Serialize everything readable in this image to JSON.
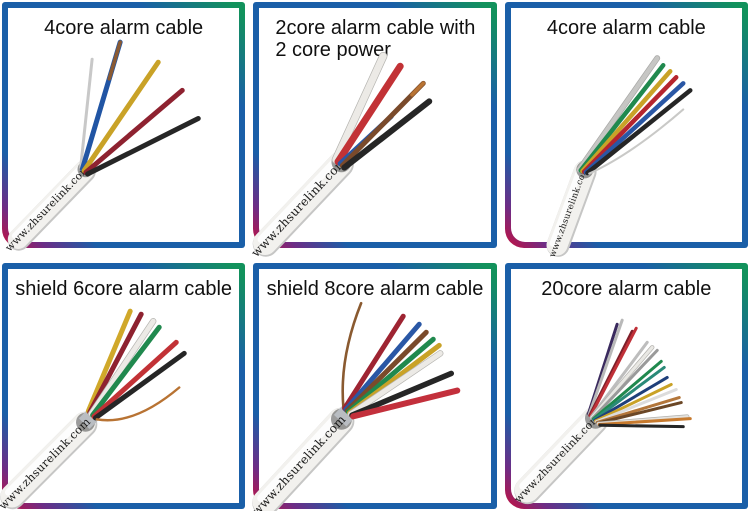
{
  "style": {
    "border_gradient": [
      "#c80f3c",
      "#6d2d86",
      "#1a5fa8",
      "#12925c"
    ],
    "card_background": "#ffffff",
    "title_color": "#101010"
  },
  "products": [
    {
      "title": "4core alarm cable",
      "watermark": "www.zhsurelink.com",
      "wires": [
        {
          "name": "drain-wire",
          "color": "#c8c8c8"
        },
        {
          "name": "blue-wire",
          "color": "#2155a4",
          "tip": "#8a5a33"
        },
        {
          "name": "yellow-wire",
          "color": "#c9a227"
        },
        {
          "name": "dark-red-wire",
          "color": "#8e2230"
        },
        {
          "name": "black-wire",
          "color": "#262626"
        }
      ]
    },
    {
      "title": "2core alarm cable with 2 core power",
      "watermark": "www.zhsurelink.com",
      "wires": [
        {
          "name": "white-wire",
          "color": "#eceae6",
          "edge": "#b5b4b0"
        },
        {
          "name": "red-wire",
          "color": "#c23236"
        },
        {
          "name": "blue-wire",
          "color": "#2a57a5"
        },
        {
          "name": "brown-wire",
          "color": "#7a4a2b",
          "tip": "#b87333"
        },
        {
          "name": "black-wire",
          "color": "#262626"
        }
      ]
    },
    {
      "title": "4core alarm cable",
      "watermark": "www.zhsurelink.com",
      "wires": [
        {
          "name": "gray-wire",
          "color": "#c6c6c4",
          "edge": "#a8a8a6"
        },
        {
          "name": "green-wire",
          "color": "#20894e"
        },
        {
          "name": "yellow-wire",
          "color": "#c9a227"
        },
        {
          "name": "red-wire",
          "color": "#b5252e"
        },
        {
          "name": "blue-wire",
          "color": "#2a57a5"
        },
        {
          "name": "black-wire",
          "color": "#262626"
        },
        {
          "name": "steel-drain-wire",
          "color": "#c9c9c7"
        }
      ]
    },
    {
      "title": "shield 6core alarm cable",
      "watermark": "www.zhsurelink.com",
      "wires": [
        {
          "name": "yellow-wire",
          "color": "#d0a82a"
        },
        {
          "name": "dark-red-wire",
          "color": "#8e2230"
        },
        {
          "name": "white-wire",
          "color": "#eceae6",
          "edge": "#b5b4b0"
        },
        {
          "name": "green-wire",
          "color": "#20894e"
        },
        {
          "name": "red-wire",
          "color": "#c23236"
        },
        {
          "name": "black-wire",
          "color": "#262626"
        },
        {
          "name": "copper-drain-wire",
          "color": "#b87333"
        }
      ]
    },
    {
      "title": "shield 8core alarm cable",
      "watermark": "www.zhsurelink.com",
      "wires": [
        {
          "name": "brown-drain-wire",
          "color": "#8a5a30"
        },
        {
          "name": "dark-red-wire",
          "color": "#9e2432"
        },
        {
          "name": "blue-wire",
          "color": "#2a57a5"
        },
        {
          "name": "brown-wire",
          "color": "#7a4a2b"
        },
        {
          "name": "green-wire",
          "color": "#20894e"
        },
        {
          "name": "yellow-wire",
          "color": "#c9a227"
        },
        {
          "name": "white-wire",
          "color": "#eceae6",
          "edge": "#b5b4b0"
        },
        {
          "name": "black-wire",
          "color": "#262626"
        },
        {
          "name": "red-wire",
          "color": "#c3303c"
        }
      ]
    },
    {
      "title": "20core alarm cable",
      "watermark": "www.zhsurelink.com",
      "wires": [
        {
          "name": "navy-wire",
          "color": "#3a2a5e"
        },
        {
          "name": "gray-wire",
          "color": "#b9b9b9"
        },
        {
          "name": "maroon-wire",
          "color": "#7e1f2a"
        },
        {
          "name": "red-wire",
          "color": "#c03038"
        },
        {
          "name": "silver-wire",
          "color": "#bdbdbd"
        },
        {
          "name": "white-wire",
          "color": "#e9e8e4",
          "edge": "#b2b1ad"
        },
        {
          "name": "gray-wire-2",
          "color": "#9a9a9a"
        },
        {
          "name": "green-wire",
          "color": "#20894e"
        },
        {
          "name": "teal-wire",
          "color": "#2a8a78"
        },
        {
          "name": "dark-blue-wire",
          "color": "#1f3f7a"
        },
        {
          "name": "yellow-wire",
          "color": "#c9a227"
        },
        {
          "name": "white-wire-2",
          "color": "#dcdcdc"
        },
        {
          "name": "tan-wire",
          "color": "#b3763a"
        },
        {
          "name": "brown-wire",
          "color": "#6b4726"
        },
        {
          "name": "white-wire-3",
          "color": "#e4e2de",
          "edge": "#b2b1ad"
        },
        {
          "name": "orange-wire",
          "color": "#c77a2e"
        },
        {
          "name": "black-wire",
          "color": "#262626"
        }
      ]
    }
  ]
}
